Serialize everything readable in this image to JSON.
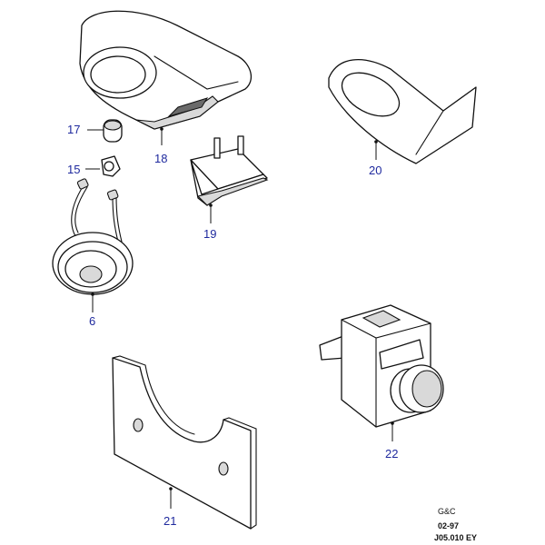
{
  "callouts": {
    "c6": "6",
    "c15": "15",
    "c17": "17",
    "c18": "18",
    "c19": "19",
    "c20": "20",
    "c21": "21",
    "c22": "22"
  },
  "footer": {
    "brand": "G&C",
    "date": "02-97",
    "ref": "J05.010 EY"
  }
}
